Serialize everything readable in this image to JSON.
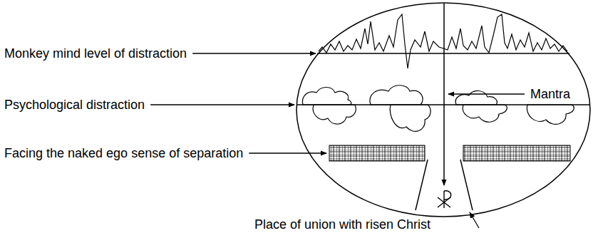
{
  "diagram": {
    "labels": [
      "Monkey mind level of distraction",
      "Mantra",
      "Psychological distraction",
      "Facing the naked ego sense of separation",
      "Place of union with risen Christ"
    ]
  }
}
